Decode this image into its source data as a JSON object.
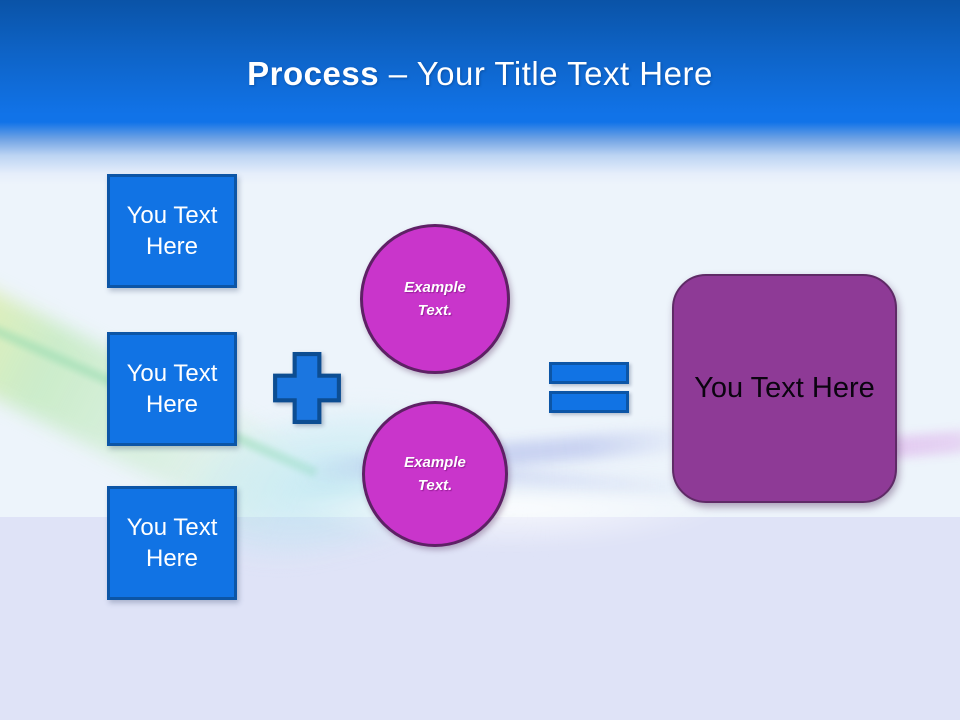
{
  "header": {
    "title_bold": "Process",
    "title_rest": "– Your Title Text Here"
  },
  "boxes": {
    "items": [
      {
        "label": "You Text Here"
      },
      {
        "label": "You Text Here"
      },
      {
        "label": "You Text Here"
      }
    ]
  },
  "circles": {
    "items": [
      {
        "label": "Example Text."
      },
      {
        "label": "Example Text."
      }
    ]
  },
  "result": {
    "label": "You Text Here"
  },
  "icons": {
    "plus_icon": "+",
    "equals_icon": "="
  },
  "colors": {
    "header_blue": "#1173e8",
    "header_blue_dark": "#0a53a7",
    "square_fill": "#1173e4",
    "square_border": "#0c55a6",
    "circle_fill": "#c935cb",
    "circle_border": "#5e2165",
    "result_fill": "#8e3a96",
    "result_border": "#5f2a66",
    "bottom_band": "#dfe3f7",
    "background": "#edf4fb",
    "title_color": "#ffffff"
  }
}
